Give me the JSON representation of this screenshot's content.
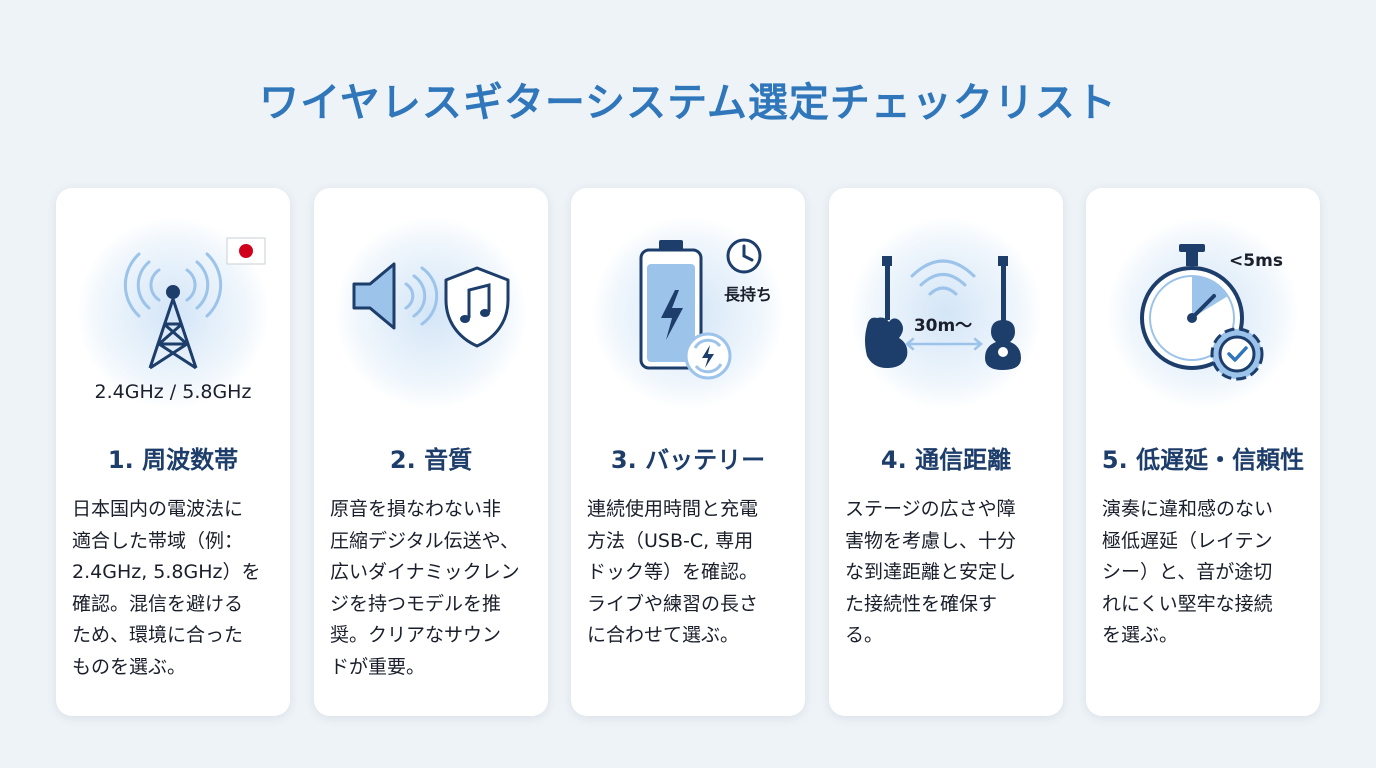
{
  "title": "ワイヤレスギターシステム選定チェックリスト",
  "cards": [
    {
      "title": "1. 周波数帯",
      "icon_label": "2.4GHz / 5.8GHz",
      "icon": "radio-tower-icon",
      "badge_icon": "japan-flag-icon",
      "body": [
        "日本国内の電波法に",
        "適合した帯域（例：",
        "2.4GHz, 5.8GHz）を",
        "確認。混信を避ける",
        "ため、環境に合った",
        "ものを選ぶ。"
      ]
    },
    {
      "title": "2. 音質",
      "icon": "speaker-icon",
      "badge_icon": "music-shield-icon",
      "body": [
        "原音を損なわない非",
        "圧縮デジタル伝送や、",
        "広いダイナミックレン",
        "ジを持つモデルを推",
        "奨。クリアなサウン",
        "ドが重要。"
      ]
    },
    {
      "title": "3. バッテリー",
      "icon_label": "長持ち",
      "icon": "battery-icon",
      "badge_icon": "clock-icon",
      "body": [
        "連続使用時間と充電",
        "方法（USB-C, 専用",
        "ドック等）を確認。",
        "ライブや練習の長さ",
        "に合わせて選ぶ。"
      ]
    },
    {
      "title": "4. 通信距離",
      "icon_label": "30m〜",
      "icon": "guitar-icon",
      "badge_icon": "wifi-icon",
      "body": [
        "ステージの広さや障",
        "害物を考慮し、十分",
        "な到達距離と安定し",
        "た接続性を確保す",
        "る。"
      ]
    },
    {
      "title": "5. 低遅延・信頼性",
      "icon_label": "<5ms",
      "icon": "stopwatch-icon",
      "badge_icon": "gear-check-icon",
      "body": [
        "演奏に違和感のない",
        "極低遅延（レイテン",
        "シー）と、音が途切",
        "れにくい堅牢な接続",
        "を選ぶ。"
      ]
    }
  ],
  "colors": {
    "title": "#2f76ba",
    "card_title": "#1d3d6b",
    "icon_dark": "#1d3d6b",
    "icon_light": "#9cc3ea",
    "background": "#eef3f7"
  }
}
